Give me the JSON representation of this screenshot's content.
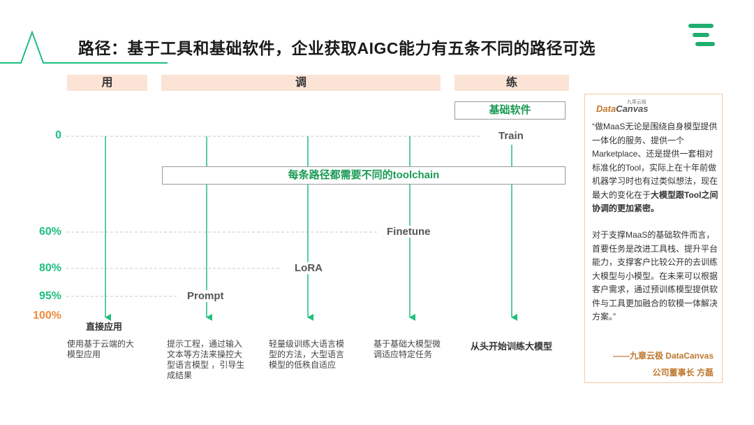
{
  "title": "路径：基于工具和基础软件，企业获取AIGC能力有五条不同的路径可选",
  "colors": {
    "accent_green": "#1fbf7e",
    "heading_fill": "#fbe3d6",
    "final_orange": "#f08a3c",
    "toolchain_text": "#1a9a54",
    "quote_border": "#f3c9a6",
    "signature": "#c0772e"
  },
  "column_headers": [
    "用",
    "调",
    "练"
  ],
  "base_software_label": "基础软件",
  "toolchain_label": "每条路径都需要不同的toolchain",
  "levels": [
    "0",
    "60%",
    "80%",
    "95%",
    "100%"
  ],
  "stages": [
    "Train",
    "Finetune",
    "LoRA",
    "Prompt"
  ],
  "paths": [
    {
      "end_label": "直接应用",
      "description": "使用基于云端的大模型应用"
    },
    {
      "end_label": "",
      "description": "提示工程，通过输入文本等方法来操控大型语言模型 ，引导生成结果"
    },
    {
      "end_label": "",
      "description": "轻量级训练大语言模型的方法，大型语言模型的低秩自适应"
    },
    {
      "end_label": "",
      "description": "基于基础大模型微调适应特定任务"
    },
    {
      "end_label": "从头开始训练大模型",
      "description": ""
    }
  ],
  "quote": {
    "logo_small": "九章云极",
    "logo_data": "Data",
    "logo_canvas": "Canvas",
    "para1_pre": "“做MaaS无论是围绕自身模型提供一体化的服务、提供一个Marketplace、还是提供一套相对标准化的Tool，实际上在十年前做机器学习时也有过类似想法，现在最大的变化在于",
    "para1_bold": "大模型跟Tool之间协调的更加紧密。",
    "para2": "对于支撑MaaS的基础软件而言，首要任务是改进工具栈、提升平台能力，支撑客户比较公开的去训练大模型与小模型。在未来可以根据客户需求，通过预训练模型提供软件与工具更加融合的软模一体解决方案。”",
    "signature_line1": "——九章云极 DataCanvas",
    "signature_line2": "公司董事长 方磊"
  },
  "icons": {
    "logo": "three-green-bars-icon",
    "decoration": "heartbeat-line-icon"
  }
}
